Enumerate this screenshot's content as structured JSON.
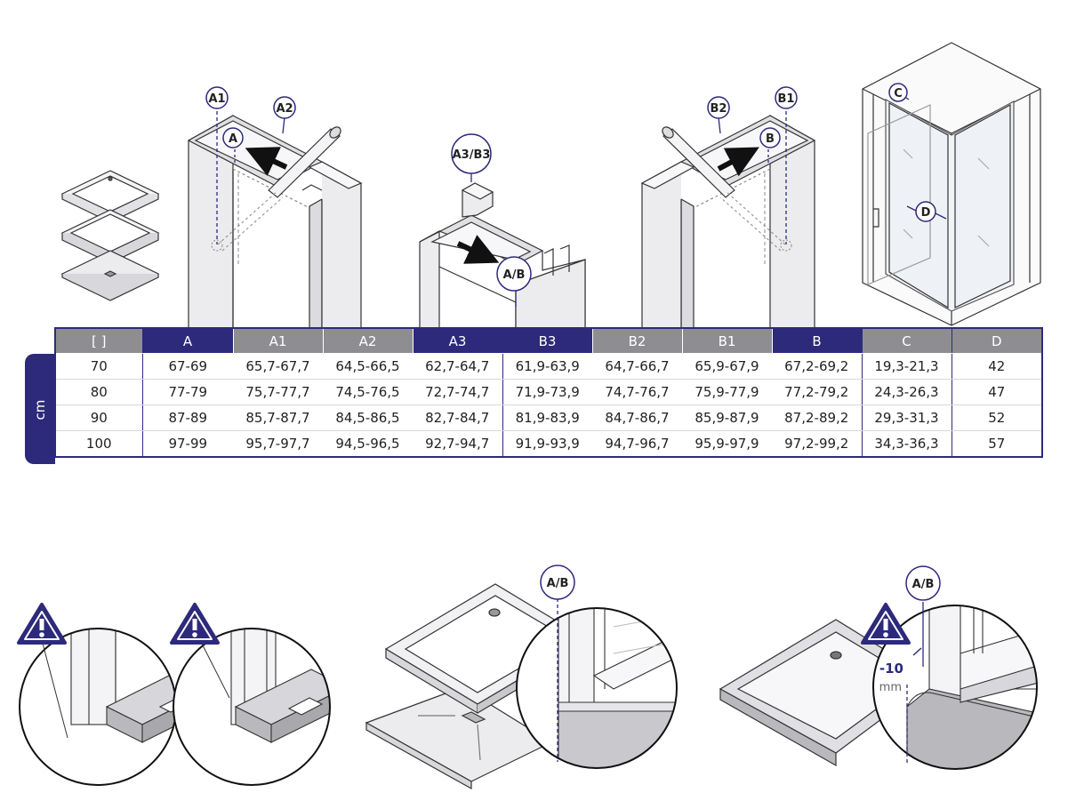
{
  "callouts": {
    "a1": "A1",
    "a2": "A2",
    "a": "A",
    "a3b3": "A3/B3",
    "ab_top": "A/B",
    "b2": "B2",
    "b1": "B1",
    "b": "B",
    "c": "C",
    "d": "D",
    "ab_bottom_1": "A/B",
    "ab_bottom_2": "A/B"
  },
  "table": {
    "unit": "cm",
    "headers": [
      "[ ]",
      "A",
      "A1",
      "A2",
      "A3",
      "B3",
      "B2",
      "B1",
      "B",
      "C",
      "D"
    ],
    "rows": [
      [
        "70",
        "67-69",
        "65,7-67,7",
        "64,5-66,5",
        "62,7-64,7",
        "61,9-63,9",
        "64,7-66,7",
        "65,9-67,9",
        "67,2-69,2",
        "19,3-21,3",
        "42"
      ],
      [
        "80",
        "77-79",
        "75,7-77,7",
        "74,5-76,5",
        "72,7-74,7",
        "71,9-73,9",
        "74,7-76,7",
        "75,9-77,9",
        "77,2-79,2",
        "24,3-26,3",
        "47"
      ],
      [
        "90",
        "87-89",
        "85,7-87,7",
        "84,5-86,5",
        "82,7-84,7",
        "81,9-83,9",
        "84,7-86,7",
        "85,9-87,9",
        "87,2-89,2",
        "29,3-31,3",
        "52"
      ],
      [
        "100",
        "97-99",
        "95,7-97,7",
        "94,5-96,5",
        "92,7-94,7",
        "91,9-93,9",
        "94,7-96,7",
        "95,9-97,9",
        "97,2-99,2",
        "34,3-36,3",
        "57"
      ]
    ]
  },
  "offset": {
    "value": "-10",
    "unit": "mm"
  },
  "colors": {
    "accent": "#2d2a7b",
    "header_gray": "#8e8e92",
    "line": "#333333",
    "panel": "#ececee"
  },
  "icons": [
    "warning-icon",
    "warning-icon",
    "warning-icon",
    "arrow-icon"
  ]
}
